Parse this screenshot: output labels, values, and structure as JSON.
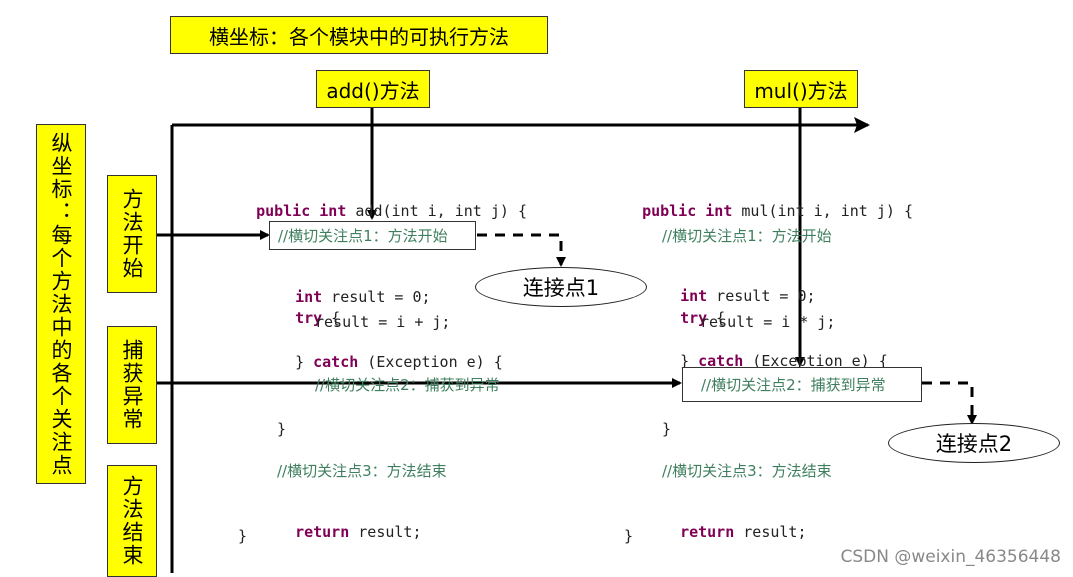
{
  "header": {
    "x_axis_title": "横坐标：各个模块中的可执行方法",
    "y_axis_title": "纵坐标：每个方法中的各个关注点"
  },
  "methods": [
    {
      "label": "add()方法",
      "sig_kw1": "public int",
      "sig_name": " add(int i, int j) {",
      "c1": "//横切关注点1：方法开始",
      "decl_kw": "int",
      "decl": " result = 0;",
      "try_kw": "try",
      "brace_open": " {",
      "body": "result = i + j;",
      "close_brace": "}",
      "catch_kw": "catch",
      "catch_rest": " (Exception e) {",
      "c2": "//横切关注点2：捕获到异常",
      "end_brace": "}",
      "c3": "//横切关注点3：方法结束",
      "ret_kw": "return",
      "ret": " result;",
      "final_brace": "}"
    },
    {
      "label": "mul()方法",
      "sig_kw1": "public int",
      "sig_name": " mul(int i, int j) {",
      "c1": "//横切关注点1：方法开始",
      "decl_kw": "int",
      "decl": " result = 0;",
      "try_kw": "try",
      "brace_open": " {",
      "body": "result = i * j;",
      "close_brace": "}",
      "catch_kw": "catch",
      "catch_rest": " (Exception e) {",
      "c2": "//横切关注点2：捕获到异常",
      "end_brace": "}",
      "c3": "//横切关注点3：方法结束",
      "ret_kw": "return",
      "ret": " result;",
      "final_brace": "}"
    }
  ],
  "row_labels": [
    "方法开始",
    "捕获异常",
    "方法结束"
  ],
  "join_points": [
    "连接点1",
    "连接点2"
  ],
  "watermark": "CSDN @weixin_46356448"
}
